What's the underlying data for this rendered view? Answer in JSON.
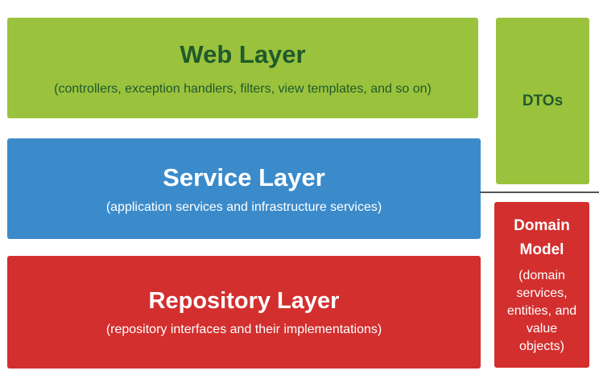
{
  "colors": {
    "green": "#9bc23d",
    "darkgreen": "#1f5a2b",
    "blue": "#3b8bcb",
    "red": "#d22f2e",
    "line": "#555555"
  },
  "web_layer": {
    "title": "Web Layer",
    "subtitle": "(controllers, exception handlers, filters, view templates, and so on)"
  },
  "service_layer": {
    "title": "Service Layer",
    "subtitle": "(application services and infrastructure services)"
  },
  "repository_layer": {
    "title": "Repository Layer",
    "subtitle": "(repository interfaces and their implementations)"
  },
  "dtos": {
    "title": "DTOs"
  },
  "domain_model": {
    "title_line1": "Domain",
    "title_line2": "Model",
    "subtitle": "(domain\nservices,\nentities, and\nvalue\nobjects)"
  }
}
